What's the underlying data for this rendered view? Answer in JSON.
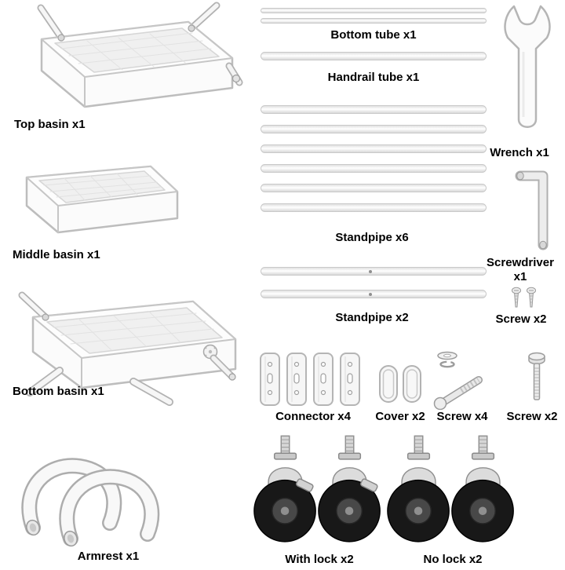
{
  "page": {
    "background": "#ffffff",
    "label_text_color": "#000000",
    "part_outline_color": "#bdbdbd",
    "part_fill_color": "#fbfbfb",
    "tire_color": "#181818"
  },
  "parts": {
    "top_basin": {
      "label": "Top basin x1"
    },
    "middle_basin": {
      "label": "Middle basin x1"
    },
    "bottom_basin": {
      "label": "Bottom basin x1"
    },
    "armrest": {
      "label": "Armrest x1"
    },
    "bottom_tube": {
      "label": "Bottom tube x1"
    },
    "handrail_tube": {
      "label": "Handrail tube x1"
    },
    "standpipe_6": {
      "label": "Standpipe x6"
    },
    "standpipe_2": {
      "label": "Standpipe x2"
    },
    "connector": {
      "label": "Connector x4"
    },
    "cover": {
      "label": "Cover x2"
    },
    "screw_4": {
      "label": "Screw x4"
    },
    "screw_2_hardware": {
      "label": "Screw x2"
    },
    "caster_with_lock": {
      "label": "With lock x2"
    },
    "caster_no_lock": {
      "label": "No lock x2"
    },
    "wrench": {
      "label": "Wrench x1"
    },
    "screwdriver": {
      "label": "Screwdriver x1"
    },
    "screw_2_tool": {
      "label": "Screw x2"
    }
  }
}
